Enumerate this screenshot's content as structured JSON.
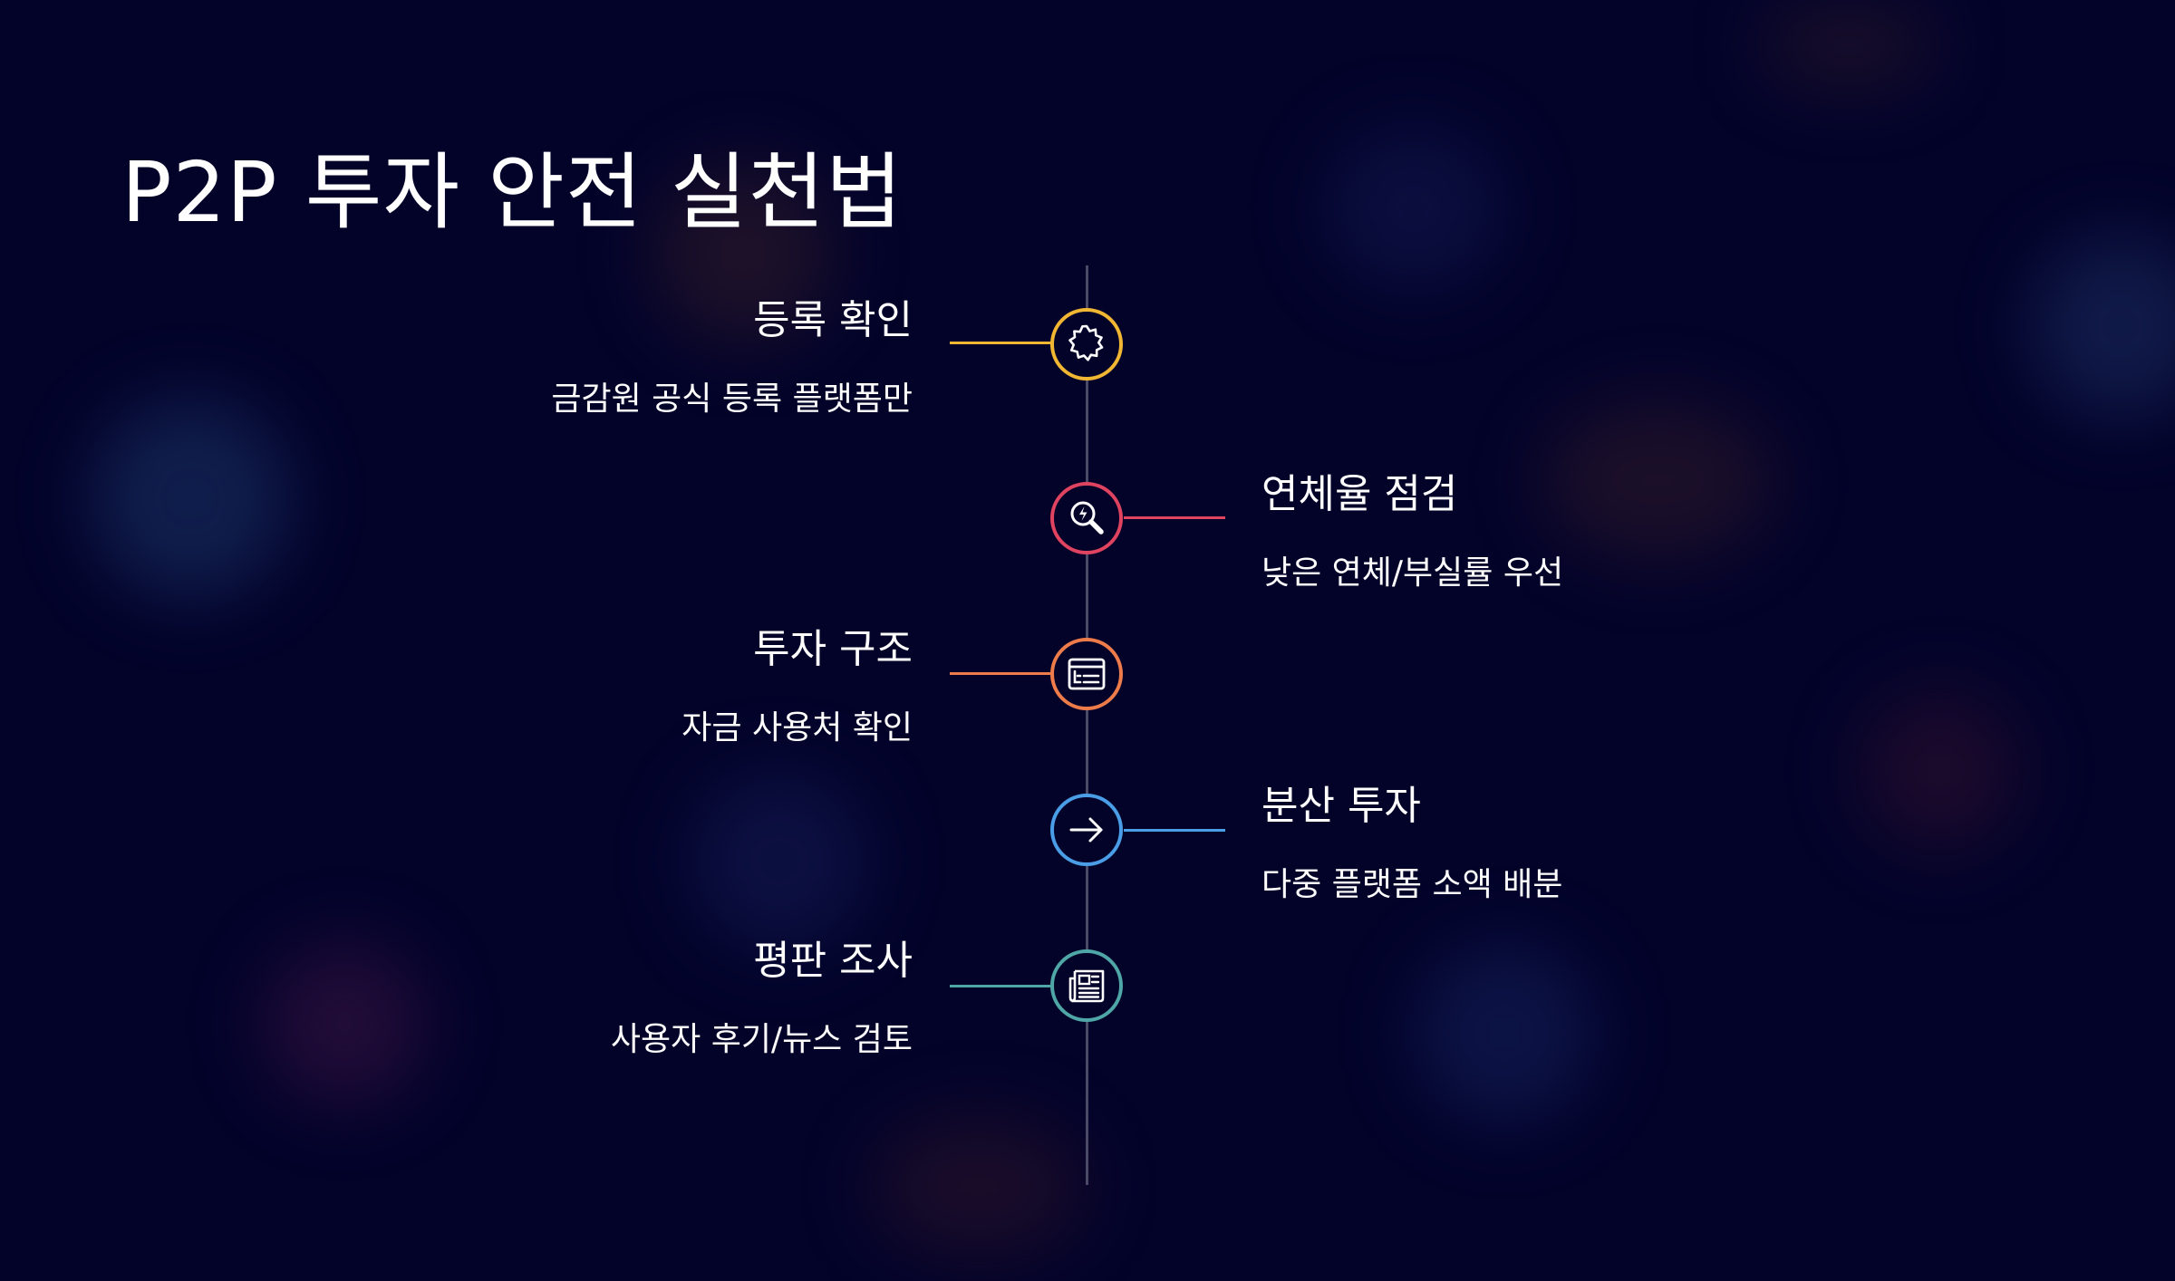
{
  "title": "P2P 투자 안전 실천법",
  "colors": {
    "background": "#03032a",
    "axis": "#4a4a66",
    "step1": "#f2b732",
    "step2": "#e0435f",
    "step3": "#ee7b4a",
    "step4": "#4a9ee8",
    "step5": "#4fa6a6"
  },
  "steps": [
    {
      "label": "등록 확인",
      "desc": "금감원 공식 등록 플랫폼만",
      "icon": "badge-icon"
    },
    {
      "label": "연체율 점검",
      "desc": "낮은 연체/부실률 우선",
      "icon": "magnifier-icon"
    },
    {
      "label": "투자 구조",
      "desc": "자금 사용처 확인",
      "icon": "window-icon"
    },
    {
      "label": "분산 투자",
      "desc": "다중 플랫폼 소액 배분",
      "icon": "arrow-right-icon"
    },
    {
      "label": "평판 조사",
      "desc": "사용자 후기/뉴스 검토",
      "icon": "newspaper-icon"
    }
  ]
}
